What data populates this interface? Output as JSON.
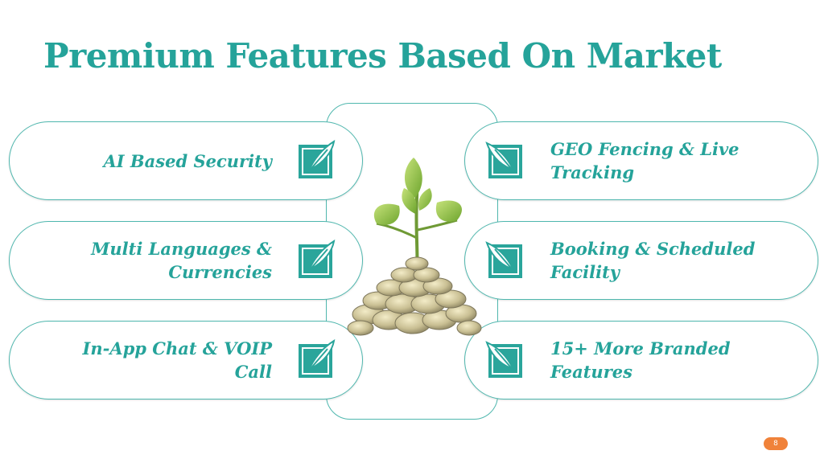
{
  "slide": {
    "title": "Premium Features Based On Market",
    "page_number": "8"
  },
  "features": {
    "left": [
      {
        "label": "AI Based Security",
        "icon": "feather-icon"
      },
      {
        "label": "Multi Languages & Currencies",
        "icon": "feather-icon"
      },
      {
        "label": "In-App Chat & VOIP Call",
        "icon": "feather-icon"
      }
    ],
    "right": [
      {
        "label": "GEO Fencing & Live Tracking",
        "icon": "feather-icon"
      },
      {
        "label": "Booking & Scheduled Facility",
        "icon": "feather-icon"
      },
      {
        "label": "15+ More Branded Features",
        "icon": "feather-icon"
      }
    ]
  },
  "colors": {
    "accent": "#25a39a",
    "border": "#4fb7ae",
    "badge": "#f0823a"
  }
}
